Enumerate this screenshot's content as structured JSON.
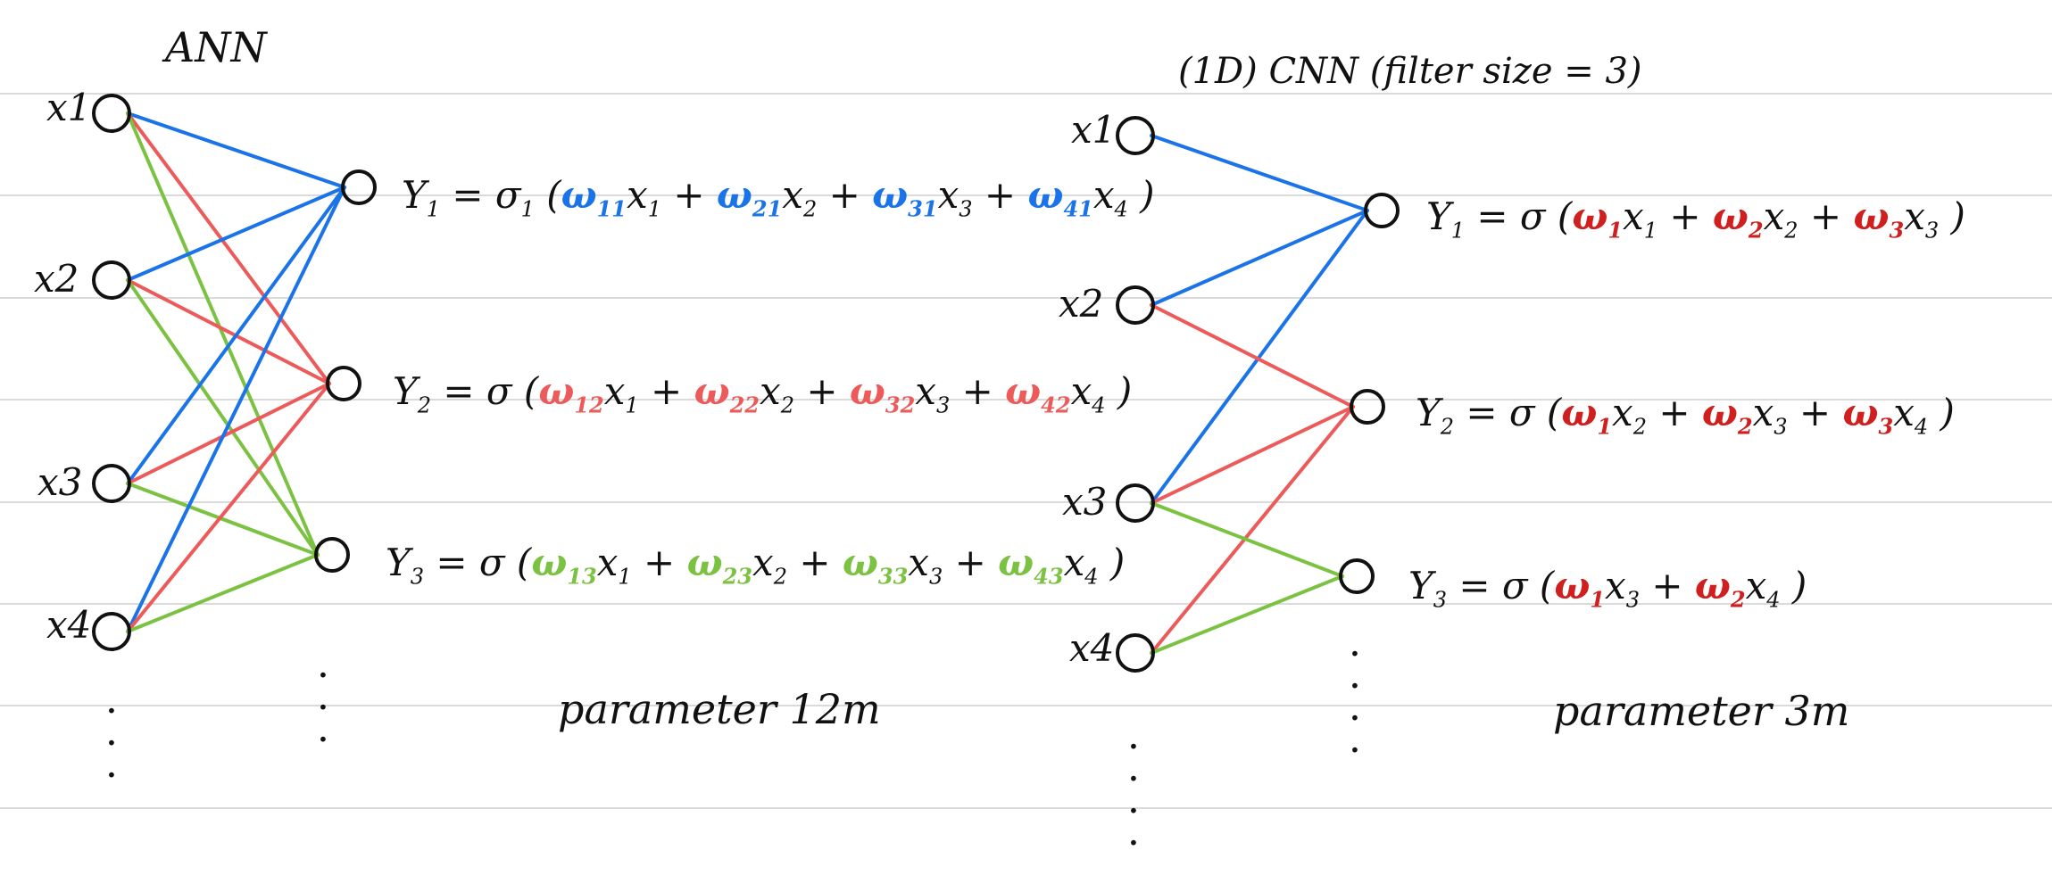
{
  "colors": {
    "blue": "#1a73e8",
    "red": "#ec5a5a",
    "green": "#7cc242",
    "dark_red": "#d01f1f",
    "ink": "#111111",
    "rule": "#dadada"
  },
  "ann": {
    "title": "ANN",
    "inputs": [
      "x1",
      "x2",
      "x3",
      "x4"
    ],
    "equations": [
      {
        "lhs": "Y1",
        "eq": " = σ1 (",
        "terms": [
          {
            "w": "ω11",
            "color": "blue",
            "x": "x1"
          },
          {
            "w": "ω21",
            "color": "blue",
            "x": "x2"
          },
          {
            "w": "ω31",
            "color": "blue",
            "x": "x3"
          },
          {
            "w": "ω41",
            "color": "blue",
            "x": "x4"
          }
        ]
      },
      {
        "lhs": "Y2",
        "eq": " = σ (",
        "terms": [
          {
            "w": "ω12",
            "color": "red",
            "x": "x1"
          },
          {
            "w": "ω22",
            "color": "red",
            "x": "x2"
          },
          {
            "w": "ω32",
            "color": "red",
            "x": "x3"
          },
          {
            "w": "ω42",
            "color": "red",
            "x": "x4"
          }
        ]
      },
      {
        "lhs": "Y3",
        "eq": " = σ (",
        "terms": [
          {
            "w": "ω13",
            "color": "green",
            "x": "x1"
          },
          {
            "w": "ω23",
            "color": "green",
            "x": "x2"
          },
          {
            "w": "ω33",
            "color": "green",
            "x": "x3"
          },
          {
            "w": "ω43",
            "color": "green",
            "x": "x4"
          }
        ]
      }
    ],
    "parameter": "parameter 12m"
  },
  "cnn": {
    "title": "(1D) CNN (filter size = 3)",
    "inputs": [
      "x1",
      "x2",
      "x3",
      "x4"
    ],
    "equations": [
      {
        "lhs": "Y1",
        "eq": " = σ (",
        "terms": [
          {
            "w": "ω1",
            "color": "dark_red",
            "x": "x1"
          },
          {
            "w": "ω2",
            "color": "dark_red",
            "x": "x2"
          },
          {
            "w": "ω3",
            "color": "dark_red",
            "x": "x3"
          }
        ]
      },
      {
        "lhs": "Y2",
        "eq": " = σ (",
        "terms": [
          {
            "w": "ω1",
            "color": "dark_red",
            "x": "x2"
          },
          {
            "w": "ω2",
            "color": "dark_red",
            "x": "x3"
          },
          {
            "w": "ω3",
            "color": "dark_red",
            "x": "x4"
          }
        ]
      },
      {
        "lhs": "Y3",
        "eq": " = σ (",
        "terms": [
          {
            "w": "ω1",
            "color": "dark_red",
            "x": "x3"
          },
          {
            "w": "ω2",
            "color": "dark_red",
            "x": "x4"
          }
        ]
      }
    ],
    "parameter": "parameter 3m"
  }
}
